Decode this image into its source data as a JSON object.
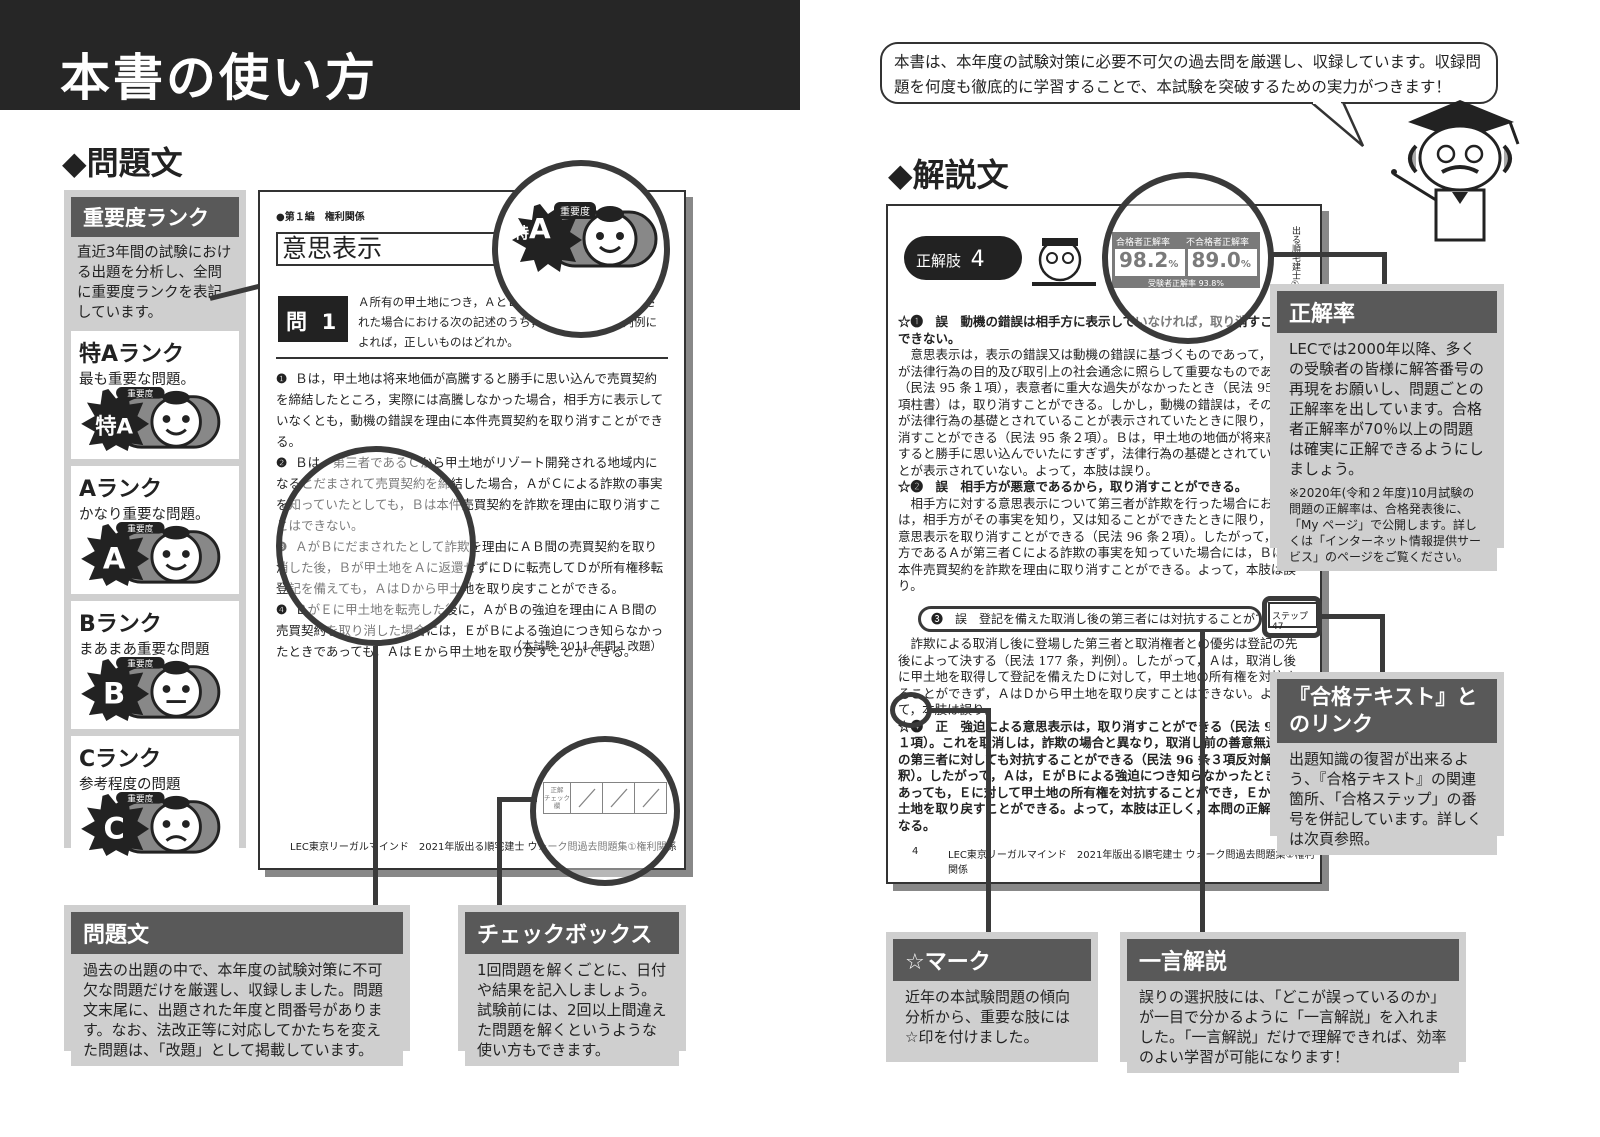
{
  "title": "本書の使い方",
  "left": {
    "section_title": "◆問題文",
    "rank_panel": {
      "head": "重要度ランク",
      "desc": "直近3年間の試験におけ る出題を分析し、全問に重要度ランクを表記しています。",
      "ranks": [
        {
          "name": "特Aランク",
          "desc": "最も重要な問題。",
          "mark": "特A"
        },
        {
          "name": "Aランク",
          "desc": "かなり重要な問題。",
          "mark": "A"
        },
        {
          "name": "Bランク",
          "desc": "まあまあ重要な問題",
          "mark": "B"
        },
        {
          "name": "Cランク",
          "desc": "参考程度の問題",
          "mark": "C"
        }
      ],
      "badge_label": "重要度"
    },
    "sample": {
      "header": "●第１編　権利関係",
      "topic": "意思表示",
      "q_label": "問",
      "q_num": "1",
      "q_text": "Ａ所有の甲土地につき，ＡとＢとの間で売買契約が締結された場合における次の記述のうち，民法の規定及び判例によれば，正しいものはどれか。",
      "choices": [
        {
          "n": "❶",
          "t": "Ｂは，甲土地は将来地価が高騰すると勝手に思い込んで売買契約を締結したところ，実際には高騰しなかった場合，相手方に表示していなくとも，動機の錯誤を理由に本件売買契約を取り消すことができる。"
        },
        {
          "n": "❷",
          "t": "Ｂは，第三者であるＣから甲土地がリゾート開発される地域内になるとだまされて売買契約を締結した場合，ＡがＣによる詐欺の事実を知っていたとしても，Ｂは本件売買契約を詐欺を理由に取り消すことはできない。"
        },
        {
          "n": "❸",
          "t": "ＡがＢにだまされたとして詐欺を理由にＡＢ間の売買契約を取り消した後，Ｂが甲土地をＡに返還せずにＤに転売してＤが所有権移転登記を備えても，ＡはＤから甲土地を取り戻すことができる。"
        },
        {
          "n": "❹",
          "t": "ＢがＥに甲土地を転売した後に，ＡがＢの強迫を理由にＡＢ間の売買契約を取り消した場合には，ＥがＢによる強迫につき知らなかったときであっても，ＡはＥから甲土地を取り戻すことができる。"
        }
      ],
      "source": "（本試験 2011 年問１改題）",
      "check_label": "正解\nチェック\n欄",
      "footer": "LEC東京リーガルマインド　2021年版出る順宅建士 ウォーク問過去問題集①権利関係"
    },
    "callout_mondai": {
      "head": "問題文",
      "body": "過去の出題の中で、本年度の試験対策に不可欠な問題だけを厳選し、収録しました。問題文末尾に、出題された年度と問番号があります。なお、法改正等に対応してかたちを変えた問題は、「改題」として掲載しています。"
    },
    "callout_check": {
      "head": "チェックボックス",
      "body": "1回問題を解くごとに、日付や結果を記入しましょう。試験前には、2回以上間違えた問題を解くというような使い方もできます。"
    }
  },
  "right": {
    "bubble": "本書は、本年度の試験対策に必要不可欠の過去問を厳選し、収録しています。収録問題を何度も徹底的に学習することで、本試験を突破するための実力がつきます！",
    "section_title": "◆解説文",
    "sample": {
      "answer_label": "正解肢",
      "answer_num": "4",
      "rate_pass_label": "合格者正解率",
      "rate_pass": "98.2",
      "rate_fail_label": "不合格者正解率",
      "rate_fail": "89.0",
      "rate_all_label": "受験者正解率",
      "rate_all": "93.8",
      "pct": "%",
      "side_tab": "出る順宅建士①",
      "lines": [
        "☆❶　誤　動機の錯誤は相手方に表示していなければ，取り消すことはできない。",
        "　意思表示は，表示の錯誤又は動機の錯誤に基づくものであって，それが法律行為の目的及び取引上の社会通念に照らして重要なものであり（民法 95 条１項），表意者に重大な過失がなかったとき（民法 95 条３項柱書）は，取り消すことができる。しかし，動機の錯誤は，その事情が法律行為の基礎とされていることが表示されていたときに限り，取り消すことができる（民法 95 条２項）。Ｂは，甲土地の地価が将来高騰すると勝手に思い込んでいたにすぎず，法律行為の基礎とされていることが表示されていない。よって，本肢は誤り。",
        "☆❷　誤　相手方が悪意であるから，取り消すことができる。",
        "　相手方に対する意思表示について第三者が詐欺を行った場合においては，相手方がその事実を知り，又は知ることができたときに限り，その意思表示を取り消すことができる（民法 96 条２項）。したがって，相手方であるＡが第三者Ｃによる詐欺の事実を知っていた場合には，Ｂは，本件売買契約を詐欺を理由に取り消すことができる。よって，本肢は誤り。"
      ],
      "hito_line": "❸　誤　登記を備えた取消し後の第三者には対抗することができない。",
      "lines2": [
        "　詐欺による取消し後に登場した第三者と取消権者との優劣は登記の先後によって決する（民法 177 条，判例）。したがって，Ａは，取消し後に甲土地を取得して登記を備えたＤに対して，甲土地の所有権を対抗することができず，ＡはＤから甲土地を取り戻すことはできない。よって，本肢は誤り。",
        "☆❹　正　強迫による意思表示は，取り消すことができる（民法 96 条１項）。これを取消しは，詐欺の場合と異なり，取消し前の善意無過失の第三者に対しても対抗することができる（民法 96 条３項反対解釈）。したがって，Ａは，ＥがＢによる強迫につき知らなかったときであっても，Ｅに対して甲土地の所有権を対抗することができ，Ｅから甲土地を取り戻すことができる。よって，本肢は正しく，本問の正解肢となる。"
      ],
      "step_tag": "ステップ47",
      "page_num": "4",
      "footer": "LEC東京リーガルマインド　2021年版出る順宅建士 ウォーク問過去問題集①権利関係"
    },
    "callout_rate": {
      "head": "正解率",
      "body": "LECでは2000年以降、多くの受験者の皆様に解答番号の再現をお願いし、問題ごとの正解率を出しています。合格者正解率が70％以上の問題は確実に正解できるようにしましょう。",
      "note": "※2020年(令和２年度)10月試験の問題の正解率は、合格発表後に、「My ページ」で公開します。詳しくは「インターネット情報提供サービス」のページをご覧ください。"
    },
    "callout_link": {
      "head": "『合格テキスト』とのリンク",
      "body": "出題知識の復習が出来るよう、『合格テキスト』の関連箇所、「合格ステップ」の番号を併記しています。詳しくは次頁参照。"
    },
    "callout_star": {
      "head": "☆マーク",
      "body": "近年の本試験問題の傾向分析から、重要な肢には☆印を付けました。"
    },
    "callout_hito": {
      "head": "一言解説",
      "body": "誤りの選択肢には、「どこが誤っているのか」が一目で分かるように「一言解説」を入れました。「一言解説」だけで理解できれば、効率のよい学習が可能になります！"
    }
  }
}
